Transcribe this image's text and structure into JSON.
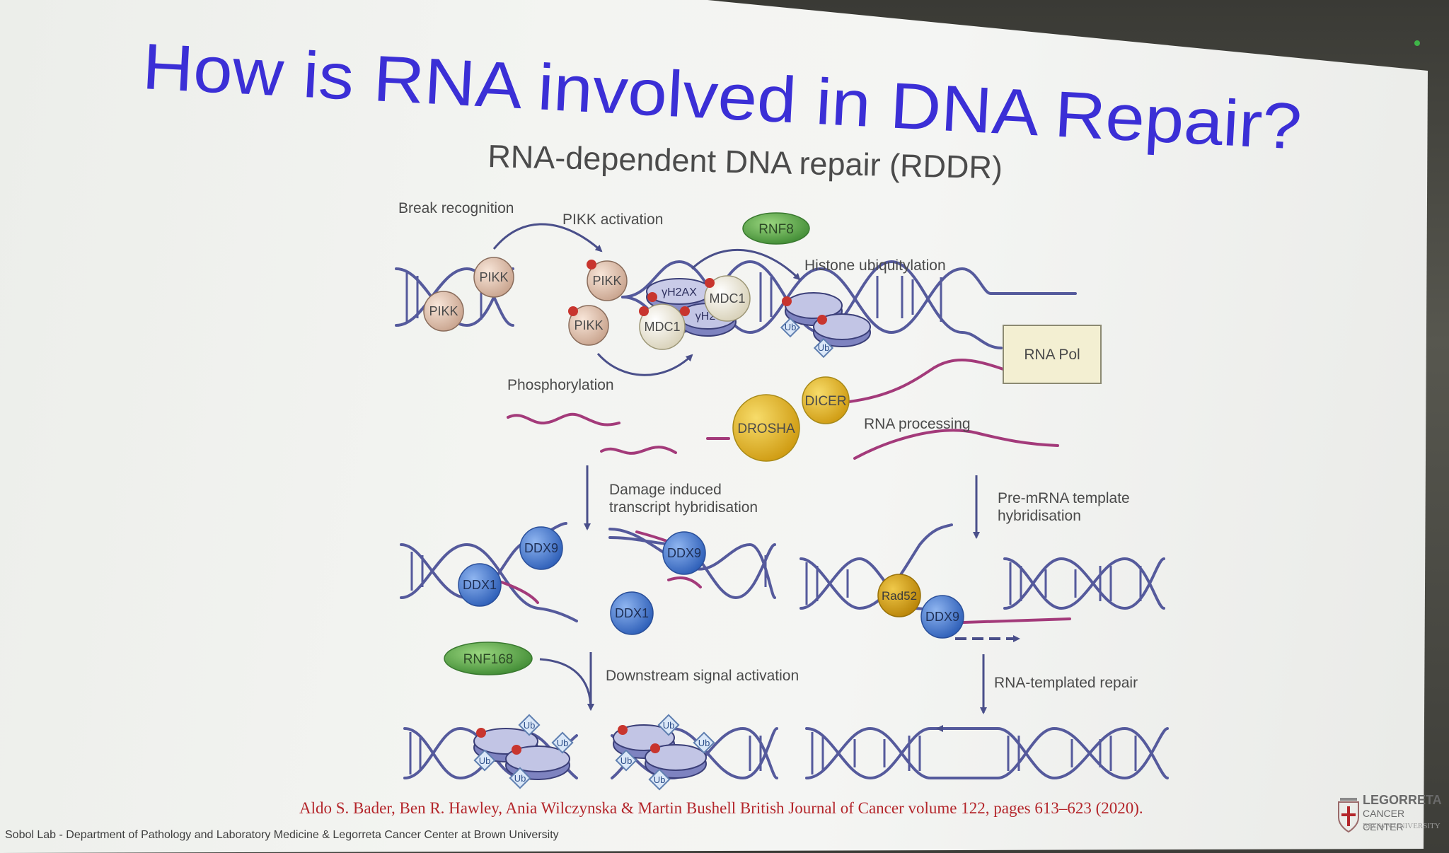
{
  "slide": {
    "title": "How is RNA involved in DNA Repair?",
    "subtitle": "RNA-dependent DNA repair (RDDR)",
    "title_color": "#3b2fd6"
  },
  "labels": {
    "break_recognition": "Break recognition",
    "pikk_activation": "PIKK activation",
    "histone_ubiquitylation": "Histone ubiquitylation",
    "phosphorylation": "Phosphorylation",
    "rna_processing": "RNA processing",
    "damage_induced_line1": "Damage induced",
    "damage_induced_line2": "transcript hybridisation",
    "pre_mrna_line1": "Pre-mRNA template",
    "pre_mrna_line2": "hybridisation",
    "downstream_signal": "Downstream signal activation",
    "rna_templated_repair": "RNA-templated repair"
  },
  "proteins": {
    "pikk": "PIKK",
    "mdc1": "MDC1",
    "h2ax": "γH2AX",
    "h2_partial": "γH2",
    "rnf8": "RNF8",
    "rnf168": "RNF168",
    "drosha": "DROSHA",
    "dicer": "DICER",
    "ddx9": "DDX9",
    "ddx1": "DDX1",
    "rad52": "Rad52",
    "ub": "Ub",
    "rna_pol": "RNA Pol"
  },
  "footer": {
    "citation": "Aldo S. Bader, Ben R. Hawley, Ania Wilczynska & Martin Bushell  British Journal of Cancer volume 122, pages 613–623 (2020).",
    "lab": "Sobol Lab - Department of Pathology and Laboratory Medicine & Legorreta Cancer Center at Brown University",
    "logo_line1": "LEGORRETA",
    "logo_line2": "CANCER CENTER",
    "logo_line3": "BROWN UNIVERSITY"
  },
  "colors": {
    "dna": "#555a9c",
    "rna": "#a33a7a",
    "pikk_fill": "#e9c9b6",
    "mdc1_fill": "#f1ecd9",
    "ddx_fill": "#4a7fd4",
    "yellow_fill": "#e6bb2a",
    "green_fill": "#5aa84a",
    "citation": "#b4262b"
  }
}
